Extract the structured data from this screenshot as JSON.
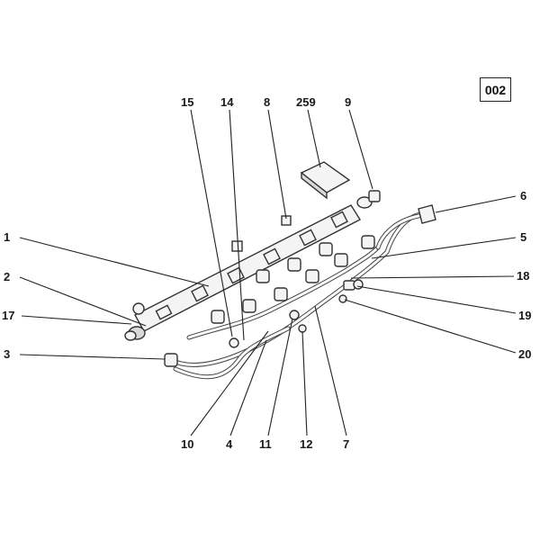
{
  "diagram_code": "002",
  "callouts": [
    {
      "id": "c1",
      "label": "1"
    },
    {
      "id": "c2",
      "label": "2"
    },
    {
      "id": "c17",
      "label": "17"
    },
    {
      "id": "c3",
      "label": "3"
    },
    {
      "id": "c15",
      "label": "15"
    },
    {
      "id": "c14",
      "label": "14"
    },
    {
      "id": "c8",
      "label": "8"
    },
    {
      "id": "c259",
      "label": "259"
    },
    {
      "id": "c9",
      "label": "9"
    },
    {
      "id": "c6",
      "label": "6"
    },
    {
      "id": "c5",
      "label": "5"
    },
    {
      "id": "c18",
      "label": "18"
    },
    {
      "id": "c19",
      "label": "19"
    },
    {
      "id": "c20",
      "label": "20"
    },
    {
      "id": "c10",
      "label": "10"
    },
    {
      "id": "c4",
      "label": "4"
    },
    {
      "id": "c11",
      "label": "11"
    },
    {
      "id": "c12",
      "label": "12"
    },
    {
      "id": "c7",
      "label": "7"
    }
  ]
}
